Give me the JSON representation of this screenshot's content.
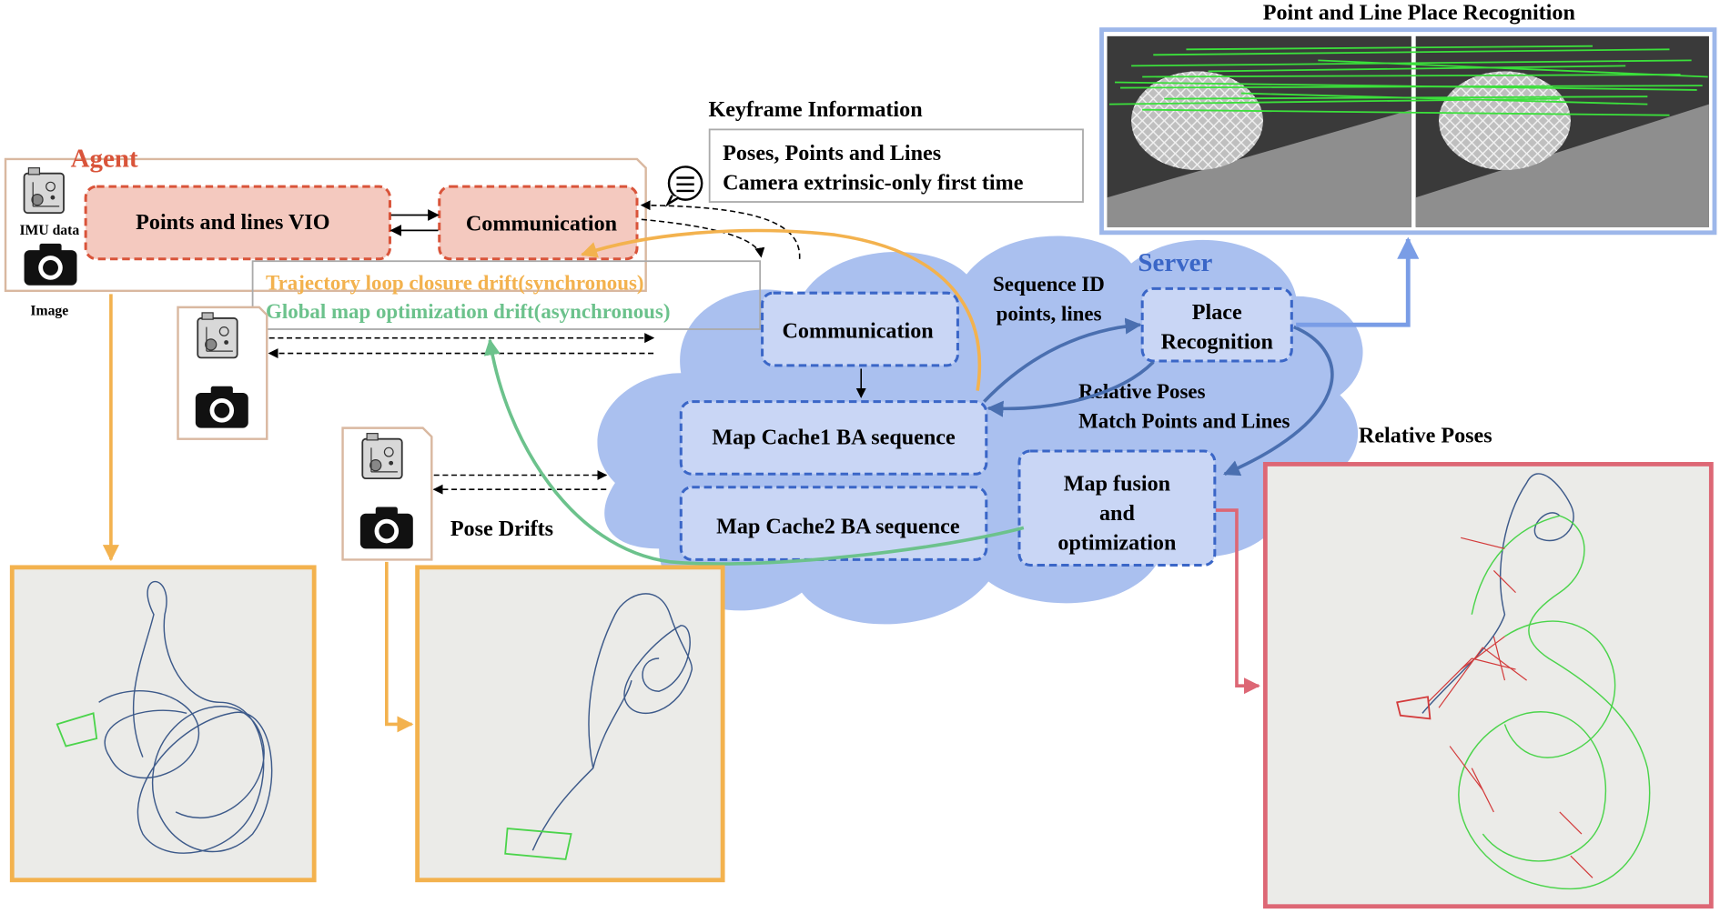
{
  "agent": {
    "title": "Agent",
    "imu_label": "IMU data",
    "image_label": "Image",
    "vio_label": "Points and lines VIO",
    "comm_label": "Communication"
  },
  "keyframe": {
    "title": "Keyframe Information",
    "line1": "Poses, Points and Lines",
    "line2": "Camera extrinsic-only first time"
  },
  "drift": {
    "loop_label": "Trajectory loop closure drift(synchronous)",
    "global_label": "Global map optimization drift(asynchronous)",
    "pose_drifts": "Pose Drifts"
  },
  "server": {
    "title": "Server",
    "comm_label": "Communication",
    "cache1": "Map Cache1 BA sequence",
    "cache2": "Map Cache2 BA sequence",
    "place_rec": [
      "Place",
      "Recognition"
    ],
    "fusion": [
      "Map fusion",
      "and",
      "optimization"
    ],
    "seq_label": [
      "Sequence ID",
      "points, lines"
    ],
    "rel_match": [
      "Relative Poses",
      "Match Points and Lines"
    ],
    "rel_poses": "Relative Poses"
  },
  "place_image": {
    "title": "Point and Line Place Recognition"
  },
  "colors": {
    "agent_red": "#d9543a",
    "box_fill": "#f4c9bf",
    "server_blue": "#3a66c7",
    "cloud": "#aac0ef",
    "orange": "#f3b24e",
    "green": "#6cc28c",
    "pink": "#dd6775",
    "steel": "#4a6fb0"
  }
}
